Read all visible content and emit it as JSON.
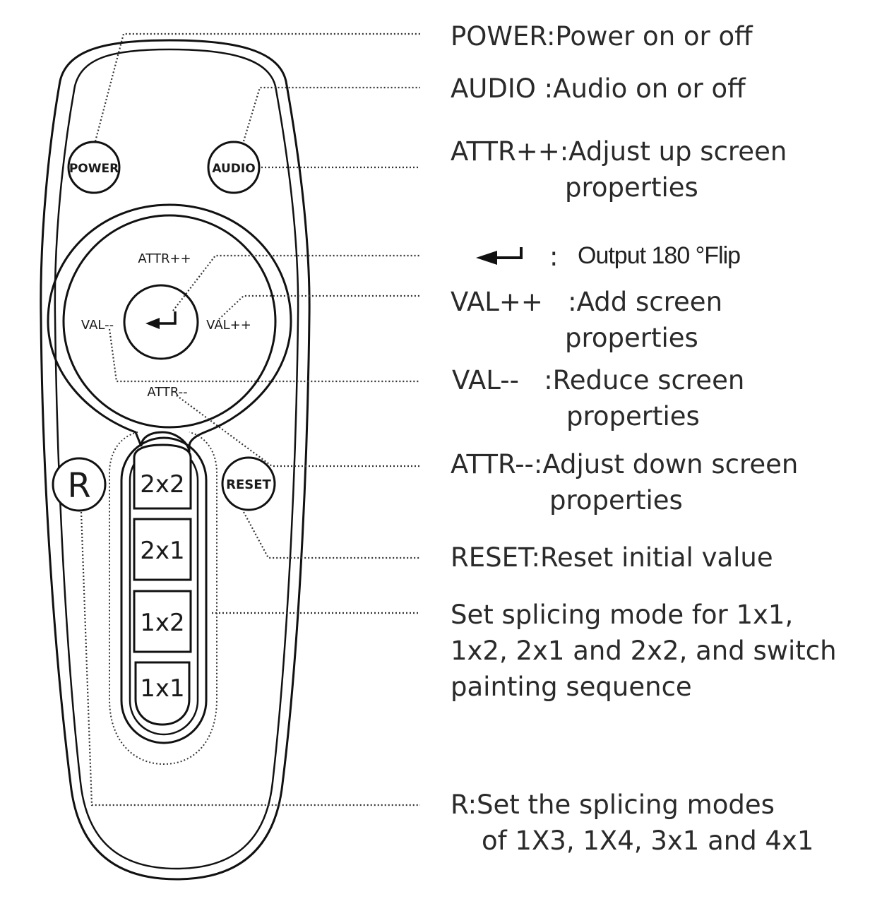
{
  "remote": {
    "buttons": {
      "power": "POWER",
      "audio": "AUDIO",
      "attr_up": "ATTR++",
      "attr_down": "ATTR--",
      "val_up": "VAL++",
      "val_down": "VAL--",
      "reset": "RESET",
      "r": "R"
    },
    "grid_buttons": [
      "2x2",
      "2x1",
      "1x2",
      "1x1"
    ]
  },
  "descriptions": {
    "power": "POWER:Power on or off",
    "audio": "AUDIO :Audio on or off",
    "attr_up_1": "ATTR++:Adjust up screen",
    "attr_up_2": "properties",
    "flip_colon": ":",
    "flip": "Output 180 °Flip",
    "val_up_1": "VAL++   :Add screen",
    "val_up_2": "properties",
    "val_down_1": "VAL--   :Reduce screen",
    "val_down_2": "properties",
    "attr_down_1": "ATTR--:Adjust down screen",
    "attr_down_2": "properties",
    "reset": "RESET:Reset initial value",
    "splice_1": "Set splicing mode for 1x1,",
    "splice_2": "1x2, 2x1 and 2x2, and switch",
    "splice_3": "painting sequence",
    "r_1": "R:Set the splicing modes",
    "r_2": "of 1X3, 1X4, 3x1 and 4x1"
  }
}
